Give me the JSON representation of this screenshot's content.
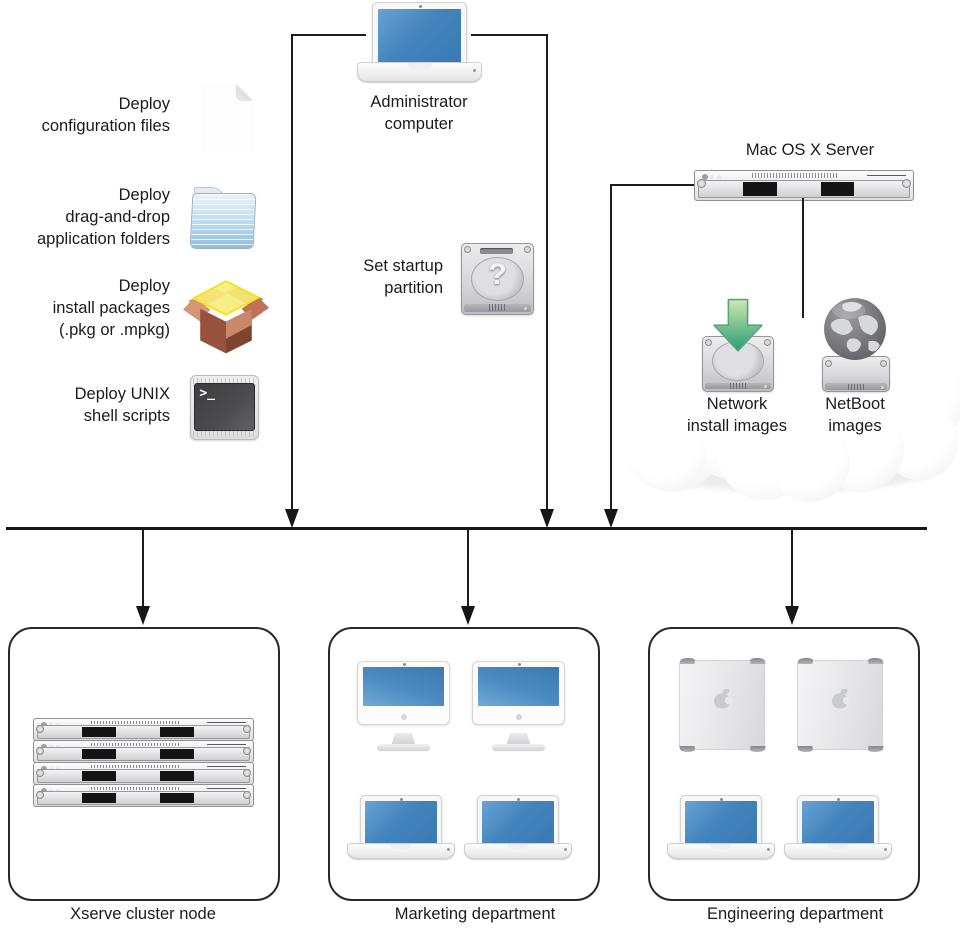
{
  "deploy_items": [
    {
      "label": "Deploy\nconfiguration files",
      "icon": "document-icon"
    },
    {
      "label": "Deploy\ndrag-and-drop\napplication folders",
      "icon": "folder-icon"
    },
    {
      "label": "Deploy\ninstall packages\n(.pkg or .mpkg)",
      "icon": "package-icon"
    },
    {
      "label": "Deploy UNIX\nshell scripts",
      "icon": "terminal-icon"
    }
  ],
  "admin_computer": {
    "label": "Administrator\ncomputer",
    "icon": "laptop-icon"
  },
  "startup_partition": {
    "label": "Set startup\npartition",
    "icon": "hard-disk-question-icon"
  },
  "server": {
    "label": "Mac OS X Server",
    "icon": "xserve-rack-icon"
  },
  "cloud": {
    "items": [
      {
        "label": "Network\ninstall images",
        "icon": "hard-disk-download-icon"
      },
      {
        "label": "NetBoot\nimages",
        "icon": "globe-hard-disk-icon"
      }
    ]
  },
  "departments": [
    {
      "label": "Xserve cluster node",
      "devices": [
        "xserve-rack-icon",
        "xserve-rack-icon",
        "xserve-rack-icon",
        "xserve-rack-icon"
      ]
    },
    {
      "label": "Marketing department",
      "devices": [
        "imac-icon",
        "imac-icon",
        "laptop-icon",
        "laptop-icon"
      ]
    },
    {
      "label": "Engineering department",
      "devices": [
        "powermac-icon",
        "powermac-icon",
        "laptop-icon",
        "laptop-icon"
      ]
    }
  ],
  "glyphs": {
    "terminal_prompt": ">_",
    "question_mark": "?"
  },
  "icons": {
    "document-icon": "white page with folded corner",
    "folder-icon": "blue lined folder",
    "package-icon": "open cardboard box with yellow lid",
    "terminal-icon": "dark terminal screen with prompt",
    "laptop-icon": "white laptop with blue screen",
    "hard-disk-question-icon": "hard disk with question mark",
    "xserve-rack-icon": "1U rack server",
    "hard-disk-download-icon": "hard disk with green down arrow",
    "globe-hard-disk-icon": "gray globe on hard disk",
    "imac-icon": "white all-in-one desktop with blue screen",
    "powermac-icon": "silver tower with apple logo"
  },
  "colors": {
    "line": "#1d1d1f",
    "screen_blue_top": "#3a79b2",
    "screen_blue_light": "#72aad8",
    "arrow_green_dark": "#259d7b",
    "arrow_green_light": "#cfe8b4",
    "package_yellow": "#f6ec79",
    "package_brown": "#96523d"
  }
}
